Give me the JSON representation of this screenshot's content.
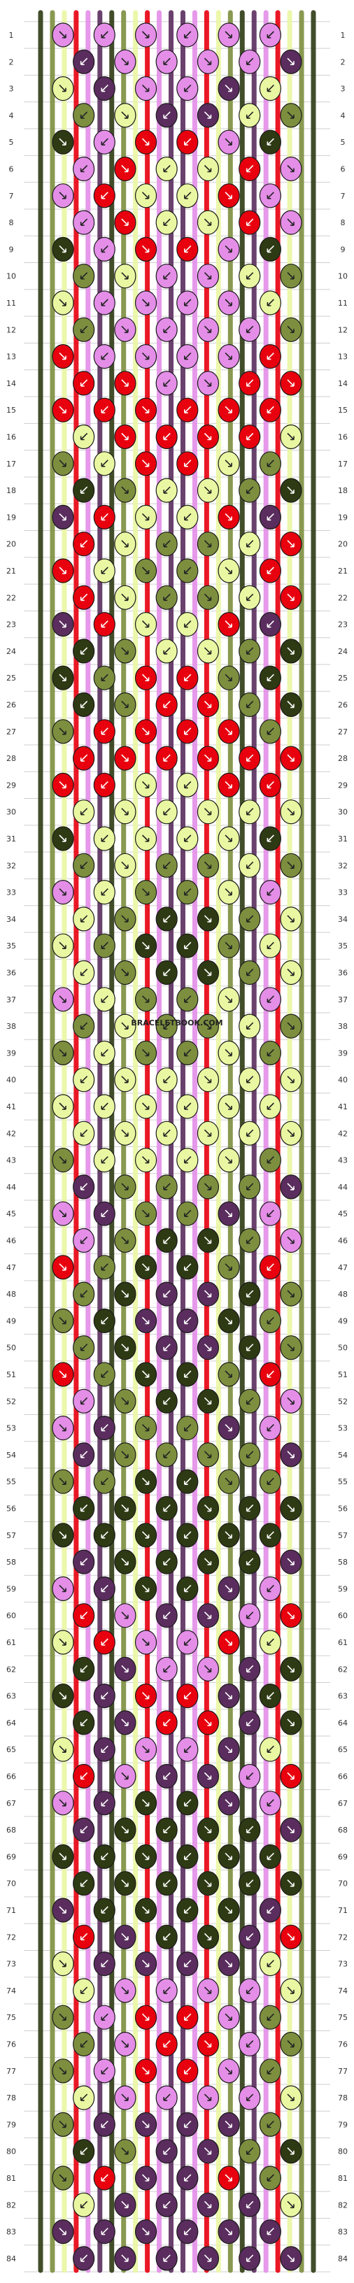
{
  "watermark": "BRACELETBOOK.COM",
  "row_numbers_left": [
    "1",
    "2",
    "3",
    "4",
    "5",
    "6",
    "7",
    "8",
    "9",
    "10",
    "11",
    "12",
    "13",
    "14",
    "15",
    "16",
    "17",
    "18",
    "19",
    "20",
    "21",
    "22",
    "23",
    "24",
    "25",
    "26",
    "27",
    "28",
    "29",
    "30",
    "31",
    "32",
    "33",
    "34",
    "35",
    "36",
    "37",
    "38",
    "39",
    "40",
    "41",
    "42",
    "43",
    "44",
    "45",
    "46",
    "47",
    "48",
    "49",
    "50",
    "51",
    "52",
    "53",
    "54",
    "55",
    "56",
    "57",
    "58",
    "59",
    "60",
    "61",
    "62",
    "63",
    "64",
    "65",
    "66",
    "67",
    "68",
    "69",
    "70",
    "71",
    "72",
    "73",
    "74",
    "75",
    "76",
    "77",
    "78",
    "79",
    "80",
    "81",
    "82",
    "83",
    "84"
  ],
  "row_numbers_right": [
    "1",
    "2",
    "3",
    "4",
    "5",
    "6",
    "7",
    "8",
    "9",
    "10",
    "11",
    "12",
    "13",
    "14",
    "15",
    "16",
    "17",
    "18",
    "19",
    "20",
    "21",
    "22",
    "23",
    "24",
    "25",
    "26",
    "27",
    "28",
    "29",
    "30",
    "31",
    "32",
    "33",
    "34",
    "35",
    "36",
    "37",
    "38",
    "39",
    "40",
    "41",
    "42",
    "43",
    "44",
    "45",
    "46",
    "47",
    "48",
    "49",
    "50",
    "51",
    "52",
    "53",
    "54",
    "55",
    "56",
    "57",
    "58",
    "59",
    "60",
    "61",
    "62",
    "63",
    "64",
    "65",
    "66",
    "67",
    "68",
    "69",
    "70",
    "71",
    "72",
    "73",
    "74",
    "75",
    "76",
    "77",
    "78",
    "79",
    "80",
    "81",
    "82",
    "83",
    "84"
  ],
  "colors": {
    "dark_green": "#2e3a13",
    "olive": "#7d8f3f",
    "light_yellow_green": "#eaf7a2",
    "red": "#e8000e",
    "pink": "#e48ee8",
    "purple": "#5a2d5e",
    "grid_line": "#cfcfcf",
    "knot_outline": "#1a1a1a"
  },
  "strings": [
    "dark_green",
    "olive",
    "light_yellow_green",
    "red",
    "pink",
    "purple",
    "dark_green",
    "olive",
    "light_yellow_green",
    "red",
    "pink",
    "purple",
    "purple",
    "pink",
    "red",
    "light_yellow_green",
    "olive",
    "dark_green",
    "purple",
    "pink",
    "red",
    "light_yellow_green",
    "olive",
    "dark_green"
  ],
  "knot_rows": [
    [
      "pink",
      "pink",
      "pink",
      "pink",
      "pink",
      "pink"
    ],
    [
      "purple",
      "pink",
      "pink",
      "pink",
      "pink",
      "purple"
    ],
    [
      "light_yellow_green",
      "purple",
      "pink",
      "pink",
      "purple",
      "light_yellow_green"
    ],
    [
      "olive",
      "light_yellow_green",
      "purple",
      "purple",
      "light_yellow_green",
      "olive"
    ],
    [
      "dark_green",
      "pink",
      "red",
      "red",
      "pink",
      "dark_green"
    ],
    [
      "pink",
      "red",
      "light_yellow_green",
      "light_yellow_green",
      "red",
      "pink"
    ],
    [
      "pink",
      "red",
      "light_yellow_green",
      "light_yellow_green",
      "red",
      "pink"
    ],
    [
      "pink",
      "red",
      "light_yellow_green",
      "light_yellow_green",
      "red",
      "pink"
    ],
    [
      "dark_green",
      "pink",
      "red",
      "red",
      "pink",
      "dark_green"
    ],
    [
      "olive",
      "light_yellow_green",
      "pink",
      "pink",
      "light_yellow_green",
      "olive"
    ],
    [
      "light_yellow_green",
      "pink",
      "pink",
      "pink",
      "pink",
      "light_yellow_green"
    ],
    [
      "olive",
      "pink",
      "pink",
      "pink",
      "pink",
      "olive"
    ],
    [
      "red",
      "pink",
      "pink",
      "pink",
      "pink",
      "red"
    ],
    [
      "red",
      "red",
      "pink",
      "pink",
      "red",
      "red"
    ],
    [
      "red",
      "red",
      "red",
      "red",
      "red",
      "red"
    ],
    [
      "light_yellow_green",
      "red",
      "red",
      "red",
      "red",
      "light_yellow_green"
    ],
    [
      "olive",
      "light_yellow_green",
      "red",
      "red",
      "light_yellow_green",
      "olive"
    ],
    [
      "dark_green",
      "olive",
      "light_yellow_green",
      "light_yellow_green",
      "olive",
      "dark_green"
    ],
    [
      "purple",
      "red",
      "light_yellow_green",
      "light_yellow_green",
      "red",
      "purple"
    ],
    [
      "red",
      "light_yellow_green",
      "olive",
      "olive",
      "light_yellow_green",
      "red"
    ],
    [
      "red",
      "light_yellow_green",
      "olive",
      "olive",
      "light_yellow_green",
      "red"
    ],
    [
      "red",
      "light_yellow_green",
      "olive",
      "olive",
      "light_yellow_green",
      "red"
    ],
    [
      "purple",
      "red",
      "light_yellow_green",
      "light_yellow_green",
      "red",
      "purple"
    ],
    [
      "dark_green",
      "olive",
      "light_yellow_green",
      "light_yellow_green",
      "olive",
      "dark_green"
    ],
    [
      "dark_green",
      "olive",
      "red",
      "red",
      "olive",
      "dark_green"
    ],
    [
      "dark_green",
      "olive",
      "red",
      "red",
      "olive",
      "dark_green"
    ],
    [
      "olive",
      "red",
      "red",
      "red",
      "red",
      "olive"
    ],
    [
      "red",
      "red",
      "red",
      "red",
      "red",
      "red"
    ],
    [
      "red",
      "red",
      "light_yellow_green",
      "light_yellow_green",
      "red",
      "red"
    ],
    [
      "light_yellow_green",
      "light_yellow_green",
      "light_yellow_green",
      "light_yellow_green",
      "light_yellow_green",
      "light_yellow_green"
    ],
    [
      "dark_green",
      "light_yellow_green",
      "light_yellow_green",
      "light_yellow_green",
      "light_yellow_green",
      "dark_green"
    ],
    [
      "olive",
      "light_yellow_green",
      "olive",
      "olive",
      "light_yellow_green",
      "olive"
    ],
    [
      "pink",
      "light_yellow_green",
      "olive",
      "olive",
      "light_yellow_green",
      "pink"
    ],
    [
      "light_yellow_green",
      "olive",
      "dark_green",
      "dark_green",
      "olive",
      "light_yellow_green"
    ],
    [
      "light_yellow_green",
      "olive",
      "dark_green",
      "dark_green",
      "olive",
      "light_yellow_green"
    ],
    [
      "light_yellow_green",
      "olive",
      "dark_green",
      "dark_green",
      "olive",
      "light_yellow_green"
    ],
    [
      "pink",
      "light_yellow_green",
      "olive",
      "olive",
      "light_yellow_green",
      "pink"
    ],
    [
      "olive",
      "light_yellow_green",
      "olive",
      "olive",
      "light_yellow_green",
      "olive"
    ],
    [
      "olive",
      "light_yellow_green",
      "olive",
      "olive",
      "light_yellow_green",
      "olive"
    ],
    [
      "light_yellow_green",
      "light_yellow_green",
      "light_yellow_green",
      "light_yellow_green",
      "light_yellow_green",
      "light_yellow_green"
    ],
    [
      "light_yellow_green",
      "light_yellow_green",
      "light_yellow_green",
      "light_yellow_green",
      "light_yellow_green",
      "light_yellow_green"
    ],
    [
      "light_yellow_green",
      "light_yellow_green",
      "light_yellow_green",
      "light_yellow_green",
      "light_yellow_green",
      "light_yellow_green"
    ],
    [
      "olive",
      "light_yellow_green",
      "light_yellow_green",
      "light_yellow_green",
      "light_yellow_green",
      "olive"
    ],
    [
      "purple",
      "olive",
      "olive",
      "olive",
      "olive",
      "purple"
    ],
    [
      "pink",
      "purple",
      "olive",
      "olive",
      "purple",
      "pink"
    ],
    [
      "pink",
      "olive",
      "dark_green",
      "dark_green",
      "olive",
      "pink"
    ],
    [
      "red",
      "olive",
      "dark_green",
      "dark_green",
      "olive",
      "red"
    ],
    [
      "olive",
      "dark_green",
      "purple",
      "purple",
      "dark_green",
      "olive"
    ],
    [
      "olive",
      "dark_green",
      "purple",
      "purple",
      "dark_green",
      "olive"
    ],
    [
      "olive",
      "dark_green",
      "purple",
      "purple",
      "dark_green",
      "olive"
    ],
    [
      "red",
      "olive",
      "dark_green",
      "dark_green",
      "olive",
      "red"
    ],
    [
      "pink",
      "olive",
      "dark_green",
      "dark_green",
      "olive",
      "pink"
    ],
    [
      "pink",
      "purple",
      "olive",
      "olive",
      "purple",
      "pink"
    ],
    [
      "purple",
      "olive",
      "olive",
      "olive",
      "olive",
      "purple"
    ],
    [
      "olive",
      "olive",
      "dark_green",
      "dark_green",
      "olive",
      "olive"
    ],
    [
      "dark_green",
      "dark_green",
      "dark_green",
      "dark_green",
      "dark_green",
      "dark_green"
    ],
    [
      "dark_green",
      "dark_green",
      "dark_green",
      "dark_green",
      "dark_green",
      "dark_green"
    ],
    [
      "purple",
      "dark_green",
      "dark_green",
      "dark_green",
      "dark_green",
      "purple"
    ],
    [
      "pink",
      "purple",
      "dark_green",
      "dark_green",
      "purple",
      "pink"
    ],
    [
      "red",
      "pink",
      "purple",
      "purple",
      "pink",
      "red"
    ],
    [
      "light_yellow_green",
      "red",
      "pink",
      "pink",
      "red",
      "light_yellow_green"
    ],
    [
      "dark_green",
      "purple",
      "pink",
      "pink",
      "purple",
      "dark_green"
    ],
    [
      "dark_green",
      "purple",
      "red",
      "red",
      "purple",
      "dark_green"
    ],
    [
      "dark_green",
      "purple",
      "red",
      "red",
      "purple",
      "dark_green"
    ],
    [
      "light_yellow_green",
      "purple",
      "pink",
      "pink",
      "purple",
      "light_yellow_green"
    ],
    [
      "red",
      "pink",
      "purple",
      "purple",
      "pink",
      "red"
    ],
    [
      "pink",
      "purple",
      "dark_green",
      "dark_green",
      "purple",
      "pink"
    ],
    [
      "purple",
      "dark_green",
      "dark_green",
      "dark_green",
      "dark_green",
      "purple"
    ],
    [
      "dark_green",
      "dark_green",
      "dark_green",
      "dark_green",
      "dark_green",
      "dark_green"
    ],
    [
      "dark_green",
      "dark_green",
      "dark_green",
      "dark_green",
      "dark_green",
      "dark_green"
    ],
    [
      "purple",
      "dark_green",
      "dark_green",
      "dark_green",
      "dark_green",
      "purple"
    ],
    [
      "red",
      "purple",
      "dark_green",
      "dark_green",
      "purple",
      "red"
    ],
    [
      "light_yellow_green",
      "purple",
      "purple",
      "purple",
      "purple",
      "light_yellow_green"
    ],
    [
      "light_yellow_green",
      "pink",
      "pink",
      "pink",
      "pink",
      "light_yellow_green"
    ],
    [
      "olive",
      "pink",
      "red",
      "red",
      "pink",
      "olive"
    ],
    [
      "olive",
      "pink",
      "red",
      "red",
      "pink",
      "olive"
    ],
    [
      "olive",
      "pink",
      "red",
      "red",
      "pink",
      "olive"
    ],
    [
      "light_yellow_green",
      "pink",
      "pink",
      "pink",
      "pink",
      "light_yellow_green"
    ],
    [
      "olive",
      "purple",
      "purple",
      "purple",
      "purple",
      "olive"
    ],
    [
      "dark_green",
      "olive",
      "purple",
      "purple",
      "olive",
      "dark_green"
    ],
    [
      "olive",
      "red",
      "purple",
      "purple",
      "red",
      "olive"
    ],
    [
      "light_yellow_green",
      "purple",
      "purple",
      "purple",
      "purple",
      "light_yellow_green"
    ],
    [
      "purple",
      "purple",
      "purple",
      "purple",
      "purple",
      "purple"
    ],
    [
      "purple",
      "purple",
      "purple",
      "purple",
      "purple",
      "purple"
    ]
  ]
}
